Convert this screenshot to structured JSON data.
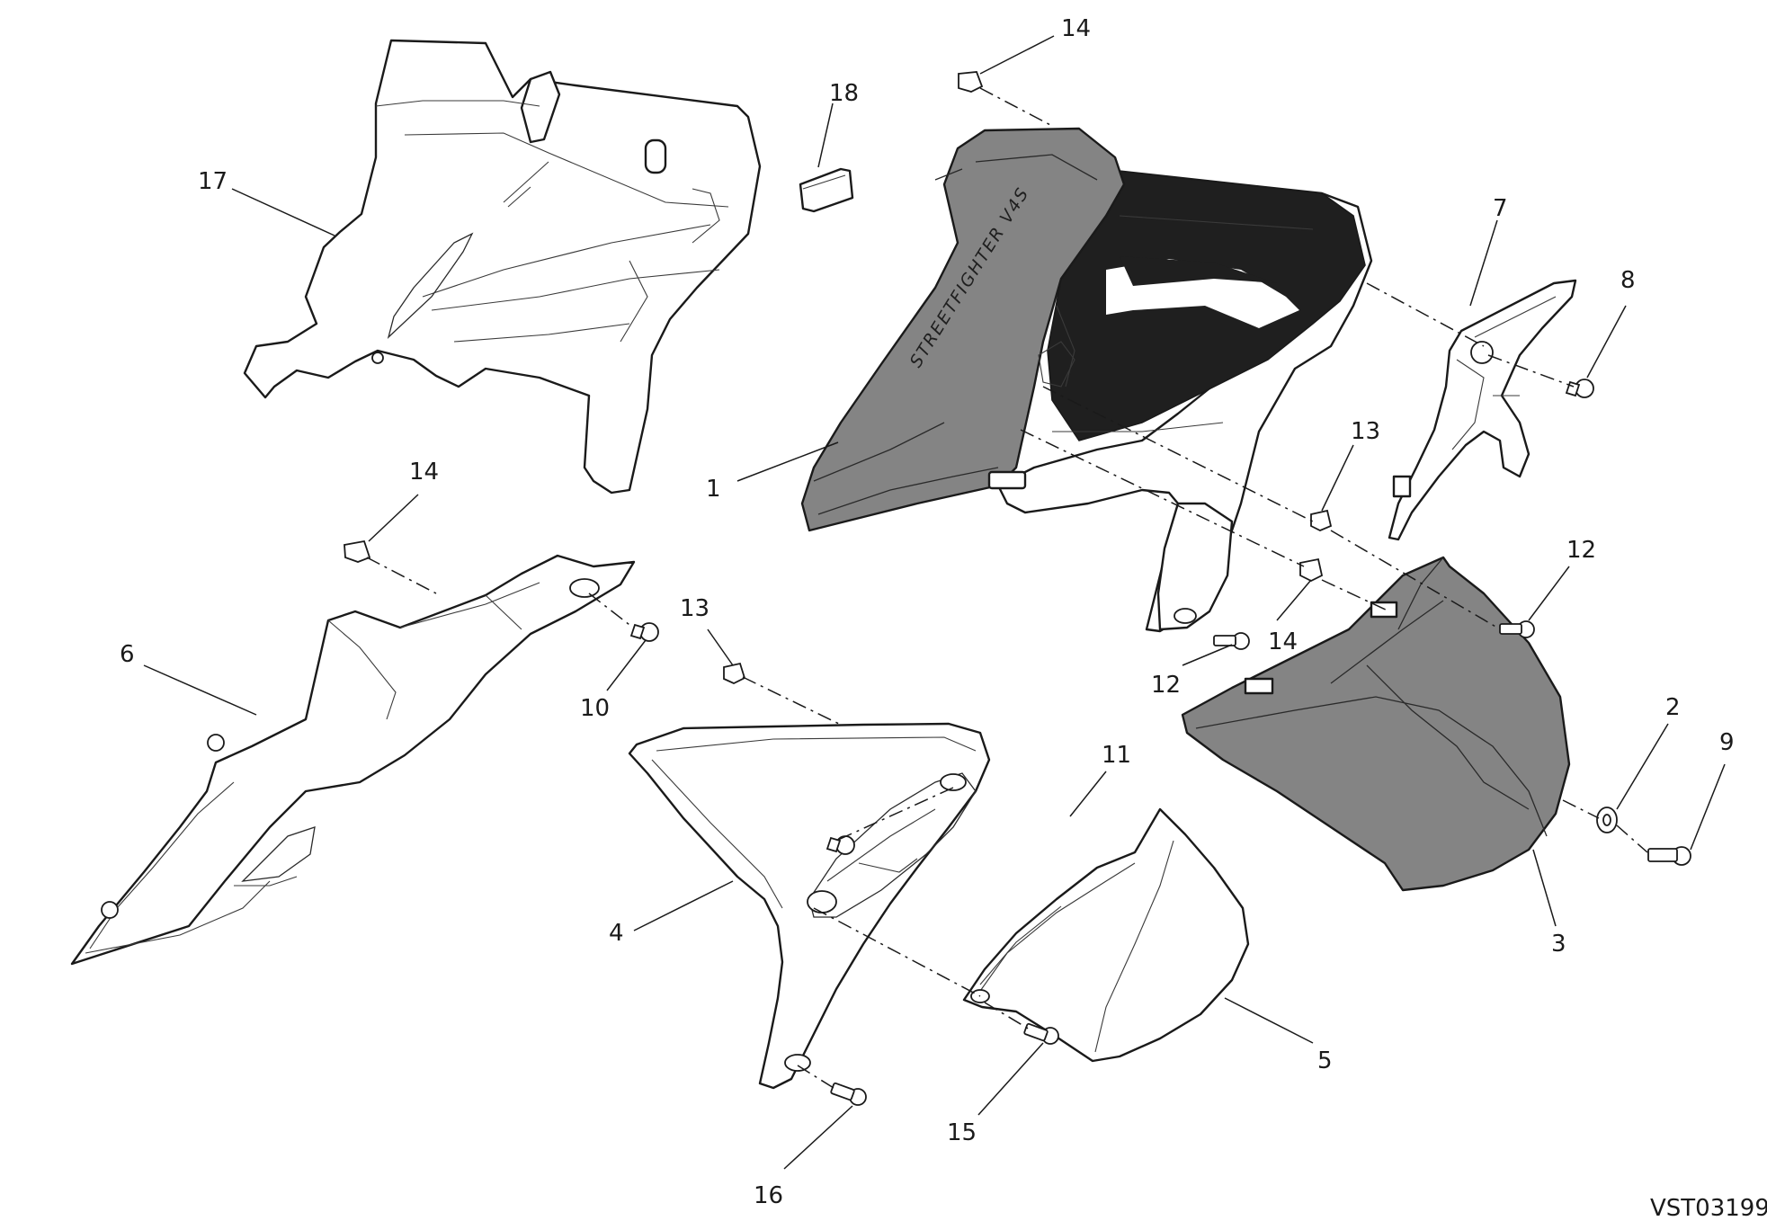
{
  "engraving": "STREETFIGHTER V4S",
  "drawing_code": "VST03199",
  "callouts": [
    "1",
    "2",
    "3",
    "4",
    "5",
    "6",
    "7",
    "8",
    "9",
    "10",
    "11",
    "12",
    "12",
    "13",
    "13",
    "14",
    "14",
    "14",
    "14",
    "15",
    "16",
    "17",
    "18"
  ]
}
